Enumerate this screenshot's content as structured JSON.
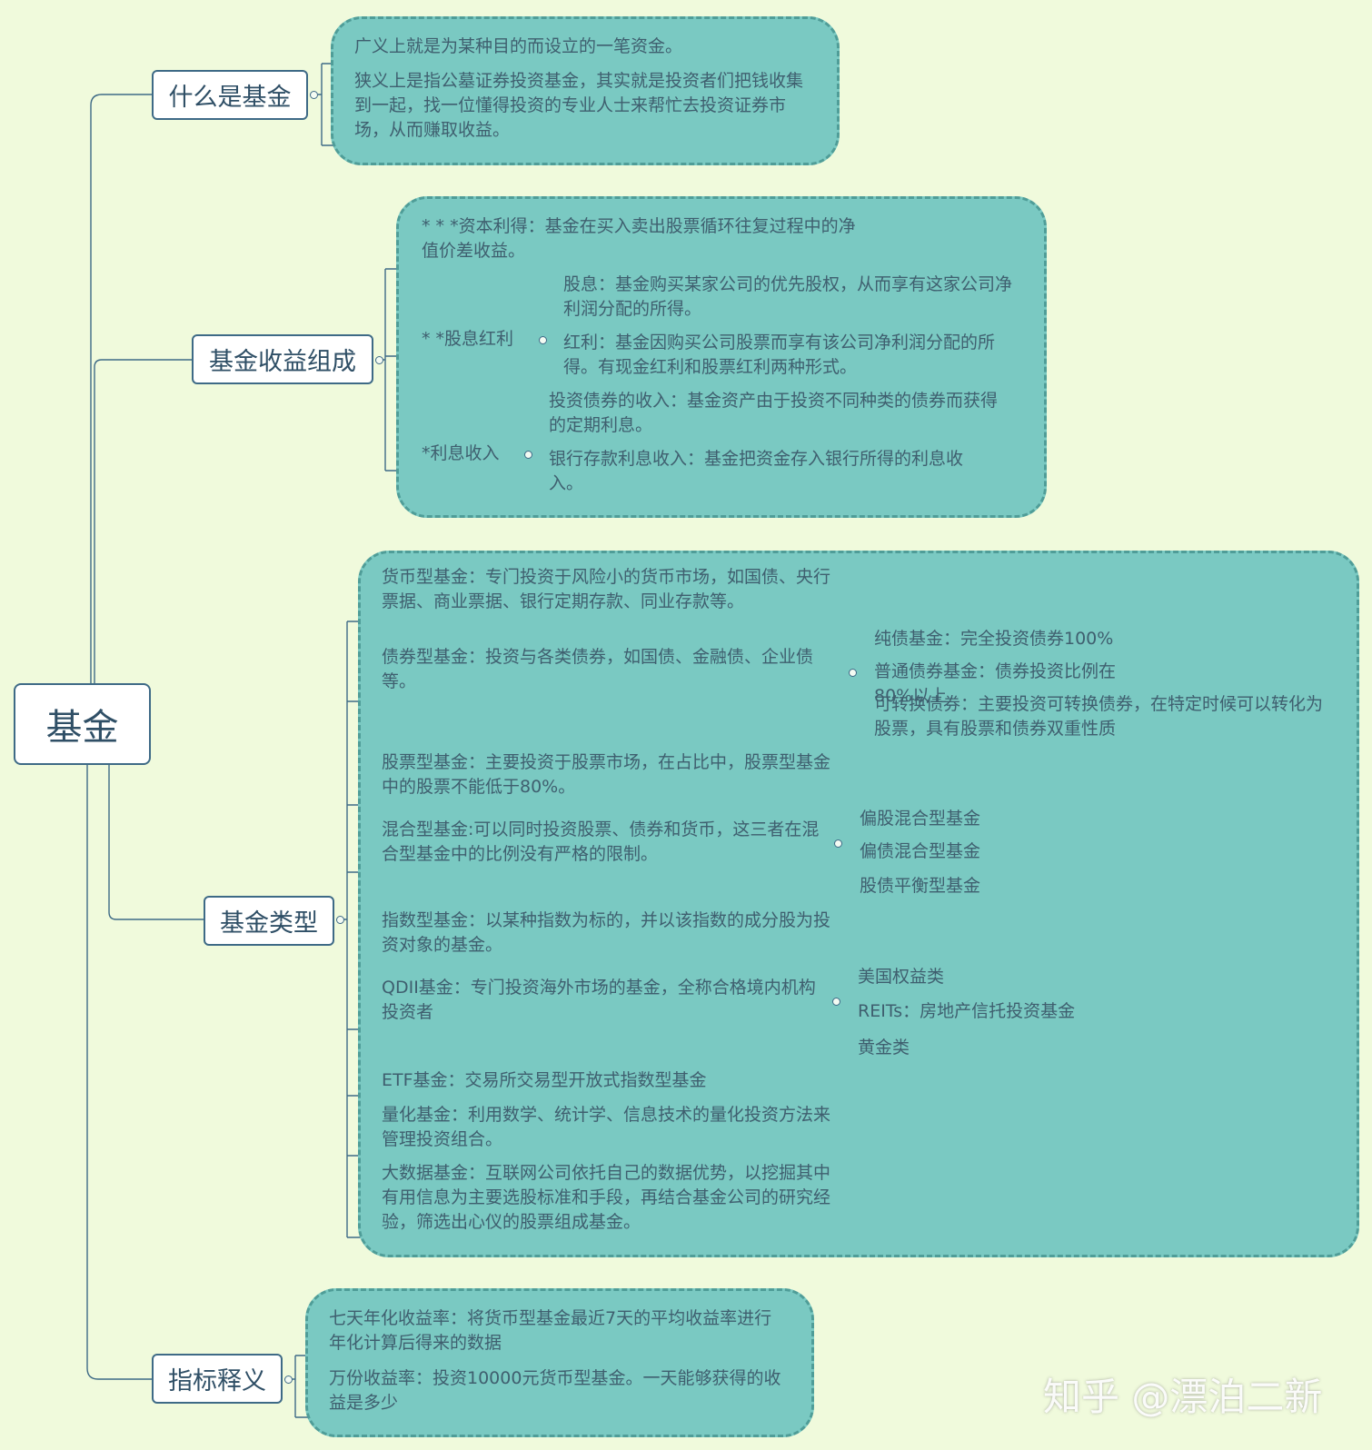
{
  "root": "基金",
  "what": {
    "title": "什么是基金",
    "broad": "广义上就是为某种目的而设立的一笔资金。",
    "narrow": "狭义上是指公墓证券投资基金，其实就是投资者们把钱收集到一起，找一位懂得投资的专业人士来帮忙去投资证券市场，从而赚取收益。"
  },
  "income": {
    "title": "基金收益组成",
    "capital": "* * *资本利得：基金在买入卖出股票循环往复过程中的净值价差收益。",
    "dividend": {
      "label": "* *股息红利",
      "stock": "股息：基金购买某家公司的优先股权，从而享有这家公司净利润分配的所得。",
      "bonus": "红利：基金因购买公司股票而享有该公司净利润分配的所得。有现金红利和股票红利两种形式。"
    },
    "interest": {
      "label": "*利息收入",
      "bond": "投资债券的收入：基金资产由于投资不同种类的债券而获得的定期利息。",
      "bank": "银行存款利息收入：基金把资金存入银行所得的利息收入。"
    }
  },
  "types": {
    "title": "基金类型",
    "money": "货币型基金：专门投资于风险小的货币市场，如国债、央行票据、商业票据、银行定期存款、同业存款等。",
    "bond": {
      "text": "债券型基金：投资与各类债券，如国债、金融债、企业债等。",
      "pure": "纯债基金：完全投资债券100%",
      "normal": "普通债券基金：债券投资比例在80%以上",
      "convertible": "可转换债券：主要投资可转换债券，在特定时候可以转化为股票，具有股票和债券双重性质"
    },
    "stock": "股票型基金：主要投资于股票市场，在占比中，股票型基金中的股票不能低于80%。",
    "mixed": {
      "text": "混合型基金:可以同时投资股票、债券和货币，这三者在混合型基金中的比例没有严格的限制。",
      "s1": "偏股混合型基金",
      "s2": "偏债混合型基金",
      "s3": "股债平衡型基金"
    },
    "index": "指数型基金：以某种指数为标的，并以该指数的成分股为投资对象的基金。",
    "qdii": {
      "text": "QDII基金：专门投资海外市场的基金，全称合格境内机构投资者",
      "s1": "美国权益类",
      "s2": "REITs：房地产信托投资基金",
      "s3": "黄金类"
    },
    "etf": "ETF基金：交易所交易型开放式指数型基金",
    "quant": "量化基金：利用数学、统计学、信息技术的量化投资方法来管理投资组合。",
    "bigdata": "大数据基金：互联网公司依托自己的数据优势，以挖掘其中有用信息为主要选股标准和手段，再结合基金公司的研究经验，筛选出心仪的股票组成基金。"
  },
  "metrics": {
    "title": "指标释义",
    "seven_day": "七天年化收益率：将货币型基金最近7天的平均收益率进行年化计算后得来的数据",
    "per_10k": "万份收益率：投资10000元货币型基金。一天能够获得的收益是多少"
  },
  "watermark": "知乎 @漂泊二新"
}
